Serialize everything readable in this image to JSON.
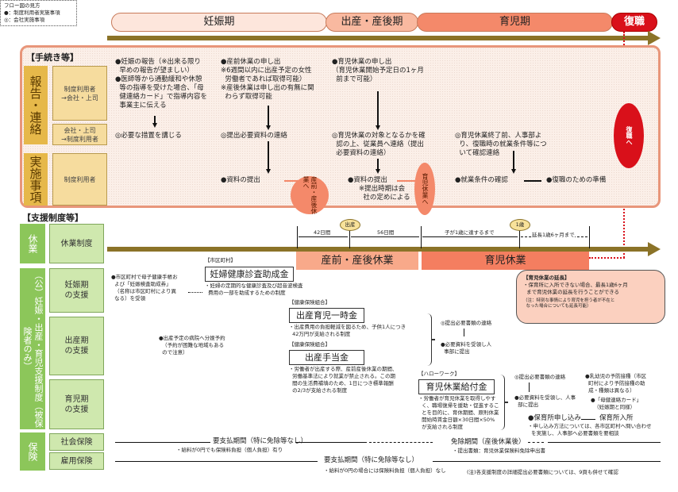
{
  "legend": {
    "title": "フロー図の見方",
    "user_mark": "●：制度利用者実施事項",
    "company_mark": "◎：会社実施事項"
  },
  "periods": [
    "妊娠期",
    "出産・産後期",
    "育児期",
    "復職"
  ],
  "procedures": {
    "title": "【手続き等】",
    "row_groups": [
      "報告・連絡",
      "実施事項"
    ],
    "row_labels": [
      "制度利用者\n→会社・上司",
      "会社・上司\n→制度利用者",
      "制度利用者"
    ],
    "report": [
      "●妊娠の報告（※出来る限り\n  早めの報告が望ましい）\n●医師等から通勤緩和や休憩\n  等の指導を受けた場合、「母\n  健連絡カード」で指導内容を\n  事業主に伝える",
      "●産前休業の申し出\n※6週間以内に出産予定の女性\n  労働者であれば取得可能）\n※産後休業は申し出の有無に関\n  わらず取得可能",
      "●育児休業の申し出\n（育児休業開始予定日の1ヶ月\n  前まで可能）"
    ],
    "contact": [
      "◎必要な措置を講じる",
      "◎提出必要資料の連絡",
      "◎育児休業の対象となるかを確\n  認の上、従業員へ連絡（提出\n  必要資料の連絡）",
      "◎育児休業終了前、人事部よ\n  り、復職時の就業条件等につ\n  いて確認連絡"
    ],
    "action": [
      "●資料の提出",
      "●資料の提出",
      "※提出時期は会\n  社の定めによる",
      "●就業条件の確認",
      "●復職のための準備"
    ],
    "to_maternity_leave": "産前・産後休業へ",
    "to_childcare_leave": "育児休業へ",
    "to_return": "復職へ"
  },
  "support": {
    "title": "【支援制度等】",
    "groups": [
      "休業",
      "（公）妊娠・出産・育児支援制度（被保険者のみ）",
      "保険"
    ],
    "labels": [
      "休業制度",
      "妊娠期\nの支援",
      "出産期\nの支援",
      "育児期\nの支援",
      "社会保険",
      "雇用保険"
    ],
    "timeline": {
      "birth": "出産",
      "one_year": "1歳",
      "d42": "42日間",
      "d56": "56日間",
      "until_1": "子が1歳に達するまで",
      "ext": "延長1歳6ヶ月まで"
    },
    "leave_bars": [
      "産前・産後休業",
      "育児休業"
    ],
    "extension": {
      "title": "【育児休業の延長】",
      "body": "・保育所に入所できない場合、最長1歳6ヶ月\n  まで育児休業の延長を行うことができる",
      "note": "（注：特別な事情により育児を担う者が不在と\n  なった場合についても延長可能）"
    },
    "pregnancy": {
      "action": "●市区町村で母子健康手帳お\n  よび「妊娠検査助成券」\n  （名称は市区町村により異\n  なる）を受領",
      "org": "【市区町村】",
      "name": "妊婦健康診査助成金",
      "desc": "・妊婦の定期的な健康診査及び超音波検査\n  費用の一部を助成するための制度"
    },
    "birth": {
      "action": "●出産予定の病院へ分娩予約\n  （予約が困難な地域もある\n  ので注意）",
      "lump_org": "【健康保険組合】",
      "lump_name": "出産育児一時金",
      "lump_desc": "・出産費用の負担軽減を図るため、子供1人につき\n  42万円が支給される制度",
      "allow_org": "【健康保険組合】",
      "allow_name": "出産手当金",
      "allow_desc": "・労働者が出産する際、産前産後休業の期間、\n  労働基準法により就業が禁止される。この期\n  間の生活費補填のため、1日につき標準報酬\n  の2/3が支給される制度",
      "contact": "◎提出必要書類の連絡",
      "submit": "●必要資料を受領し人\n  事部に提出"
    },
    "childcare": {
      "org": "【ハローワーク】",
      "name": "育児休業給付金",
      "desc": "・労働者が育児休業を取得しやす\n  く、職場復帰を援助・促進するこ\n  とを目的に、育休期間、原則休業\n  開始時賃金日額×30日間×50%\n  が支給される制度",
      "contact": "◎提出必要書類の連絡",
      "submit": "●必要資料を受領し、人事\n  部に提出",
      "vaccine": "●乳幼児の予防接種（市区\n  町村により予防接種の助\n  成・種類は異なる）",
      "card": "●「母健連絡カード」\n  （妊娠期と同様）",
      "nursery": "●保育所申し込み",
      "nursery_in": "保育所入所",
      "nursery_desc": "・申し込み方法については、各市区町村へ問い合わせ\n  を実施し、人事部へ必要書類を要相談"
    },
    "insurance": {
      "social_pay": "要支払期間（特に免除等なし）",
      "social_pay_note": "・給料が0円でも保険料負担（個人負担）有り",
      "social_exempt": "免除期間（産後休業後）",
      "social_exempt_note": "・提出書類：育児休業保険料免除申出書",
      "employ_pay": "要支払期間（特に免除等なし）",
      "employ_note": "・給料が0円の場合には保険料負担（個人負担）なし"
    },
    "footnote": "(注)各支援制度の詳細提出必要書類については、9頁も併せて確認"
  },
  "colors": {
    "olive": "#8b7328",
    "salmon": "#f4896a",
    "red": "#d9101a",
    "gold": "#e6b84a",
    "green": "#8cc65a"
  }
}
